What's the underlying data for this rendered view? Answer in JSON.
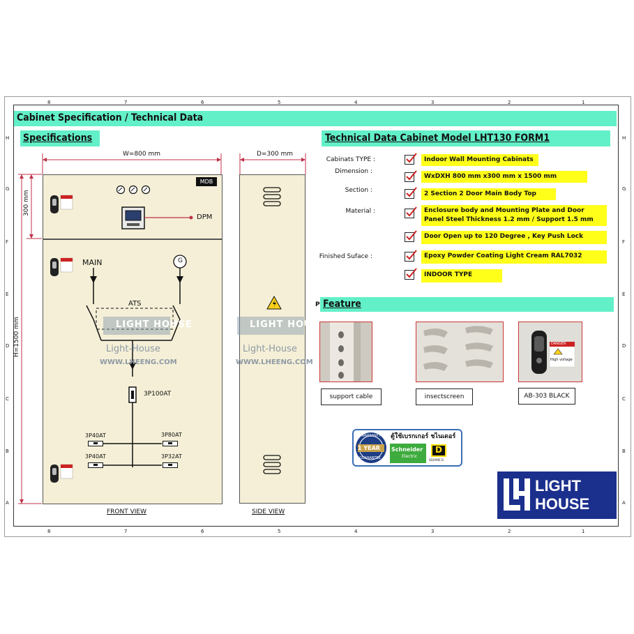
{
  "grid": {
    "top_numbers": [
      "8",
      "7",
      "6",
      "5",
      "4",
      "3",
      "2",
      "1"
    ],
    "side_letters": [
      "H",
      "G",
      "F",
      "E",
      "D",
      "C",
      "B",
      "A"
    ]
  },
  "title": "Cabinet Specification / Technical Data",
  "left": {
    "heading": "Specifications",
    "width_dim": "W=800 mm",
    "depth_dim": "D=300 mm",
    "top_height_dim": "300 mm",
    "height_dim": "H=1500 mm",
    "mdb_label": "MDB",
    "dpm_label": "DPM",
    "main_label": "MAIN",
    "gen_label": "G",
    "ats_label": "ATS",
    "main_breaker": "3P100AT",
    "breakers": [
      "3P40AT",
      "3P80AT",
      "3P40AT",
      "3P32AT"
    ],
    "front_view": "FRONT VIEW",
    "side_view": "SIDE VIEW",
    "watermark_logo": "LIGHT HOUSE",
    "watermark_name": "Light-House",
    "watermark_url": "WWW.LHEENG.COM",
    "side_p_letter": "P"
  },
  "right": {
    "heading": "Technical Data Cabinet  Model LHT130 FORM1",
    "specs": [
      {
        "label": "Cabinats TYPE :",
        "value": "Indoor  Wall Mounting Cabinats"
      },
      {
        "label": "Dimension :",
        "value": "WxDXH 800 mm x300 mm x 1500 mm"
      },
      {
        "label": "Section :",
        "value": "2 Section 2 Door Main Body Top"
      },
      {
        "label": "Material :",
        "value": "Enclosure body and Mounting Plate and Door Panel Steel Thickness 1.2 mm  / Support 1.5 mm"
      },
      {
        "label": "",
        "value": "Door Open up to 120 Degree  , Key Push Lock"
      },
      {
        "label": "Finished Suface :",
        "value": "Epoxy Powder Coating  Light Cream RAL7032"
      },
      {
        "label": "",
        "value": "INDOOR TYPE"
      }
    ],
    "feature_heading": "Feature",
    "features": [
      {
        "caption": "support cable"
      },
      {
        "caption": "insectscreen"
      },
      {
        "caption": "AB-303 BLACK"
      }
    ],
    "danger_text": "DANGER",
    "high_voltage": "High voltage",
    "warranty": {
      "badge_top": "WARRANTY",
      "badge_mid": "1 YEAR",
      "badge_bottom": "GUARANTEE",
      "thai_text": "ตู้ใช้เบรกเกอร์ ชไนเดอร์",
      "schneider": "Schneider",
      "schneider_sub": "Electric",
      "square_d": "D",
      "square_d_sub": "SQUARE D"
    },
    "logo_line1": "LIGHT",
    "logo_line2": "HOUSE"
  },
  "colors": {
    "band": "#62f0c8",
    "highlight": "#ffff1a",
    "cabinet": "#f4efd6",
    "logo_bg": "#1b2f8c",
    "dimension": "#c0304a"
  }
}
